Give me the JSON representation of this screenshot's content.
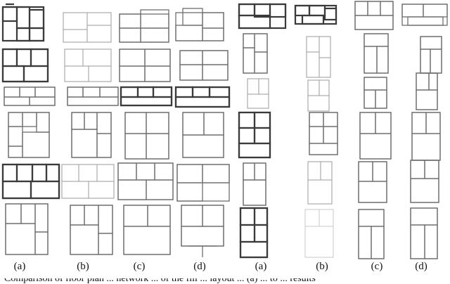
{
  "figure": {
    "column_labels": [
      "(a)",
      "(b)",
      "(c)",
      "(d)",
      "(a)",
      "(b)",
      "(c)",
      "(d)"
    ],
    "caption_fragment": "Comparison of floor plan ... network ... of the fill ... layout ... (a) ... to ... results"
  },
  "styles": {
    "stroke_dark": "#3a3a3a",
    "stroke_mid": "#6e6e6e",
    "stroke_light": "#a9a9a9",
    "stroke_faint": "#c8c8c8"
  }
}
